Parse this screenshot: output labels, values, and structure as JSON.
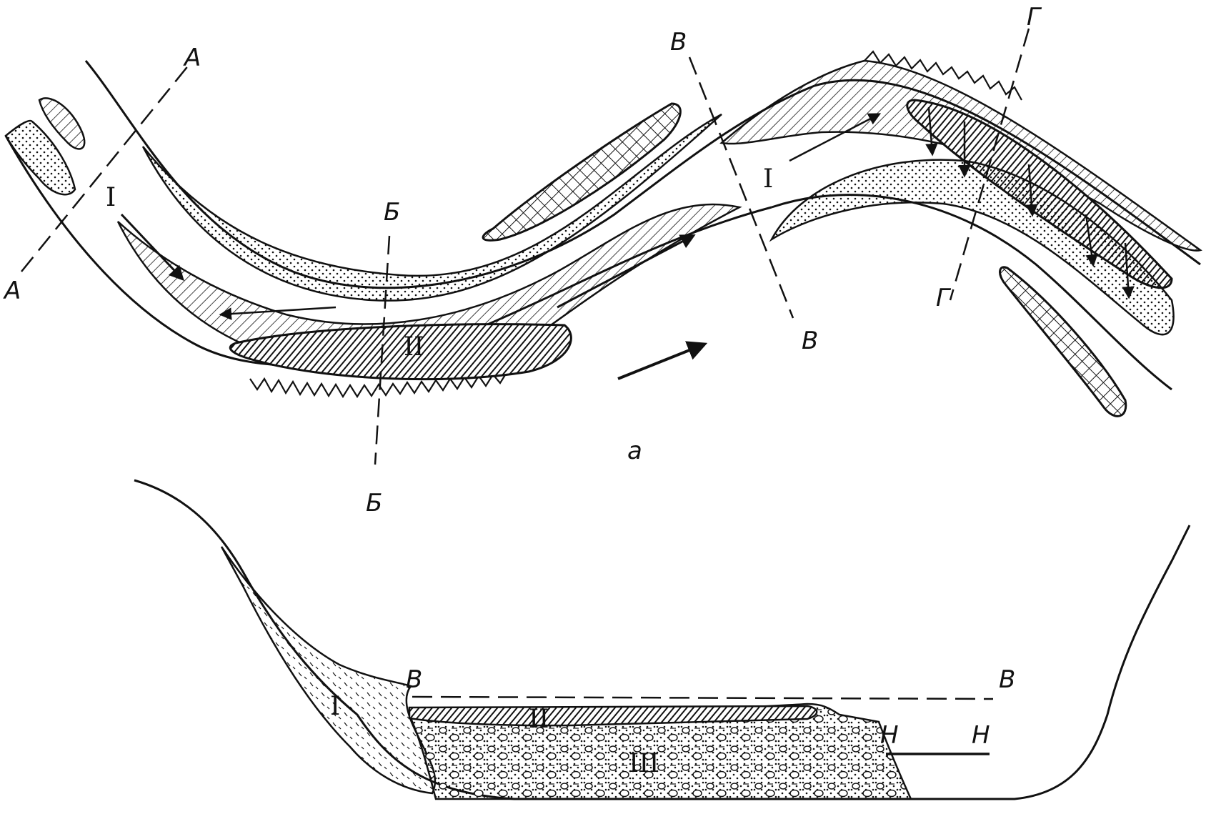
{
  "plan_view": {
    "caption": "a",
    "section_lines": [
      {
        "id": "A",
        "label_start": "A",
        "label_end": "A"
      },
      {
        "id": "B",
        "label_start": "Б",
        "label_end": "Б"
      },
      {
        "id": "V",
        "label_start": "В",
        "label_end": "В"
      },
      {
        "id": "G",
        "label_start": "Г",
        "label_end": "Г"
      }
    ],
    "zones": [
      "I",
      "II",
      "I"
    ]
  },
  "cross_section": {
    "water_level_left": "В",
    "water_level_right": "В",
    "zone_labels": [
      "I",
      "II",
      "III"
    ],
    "level_marks": [
      "Н",
      "Н"
    ]
  }
}
